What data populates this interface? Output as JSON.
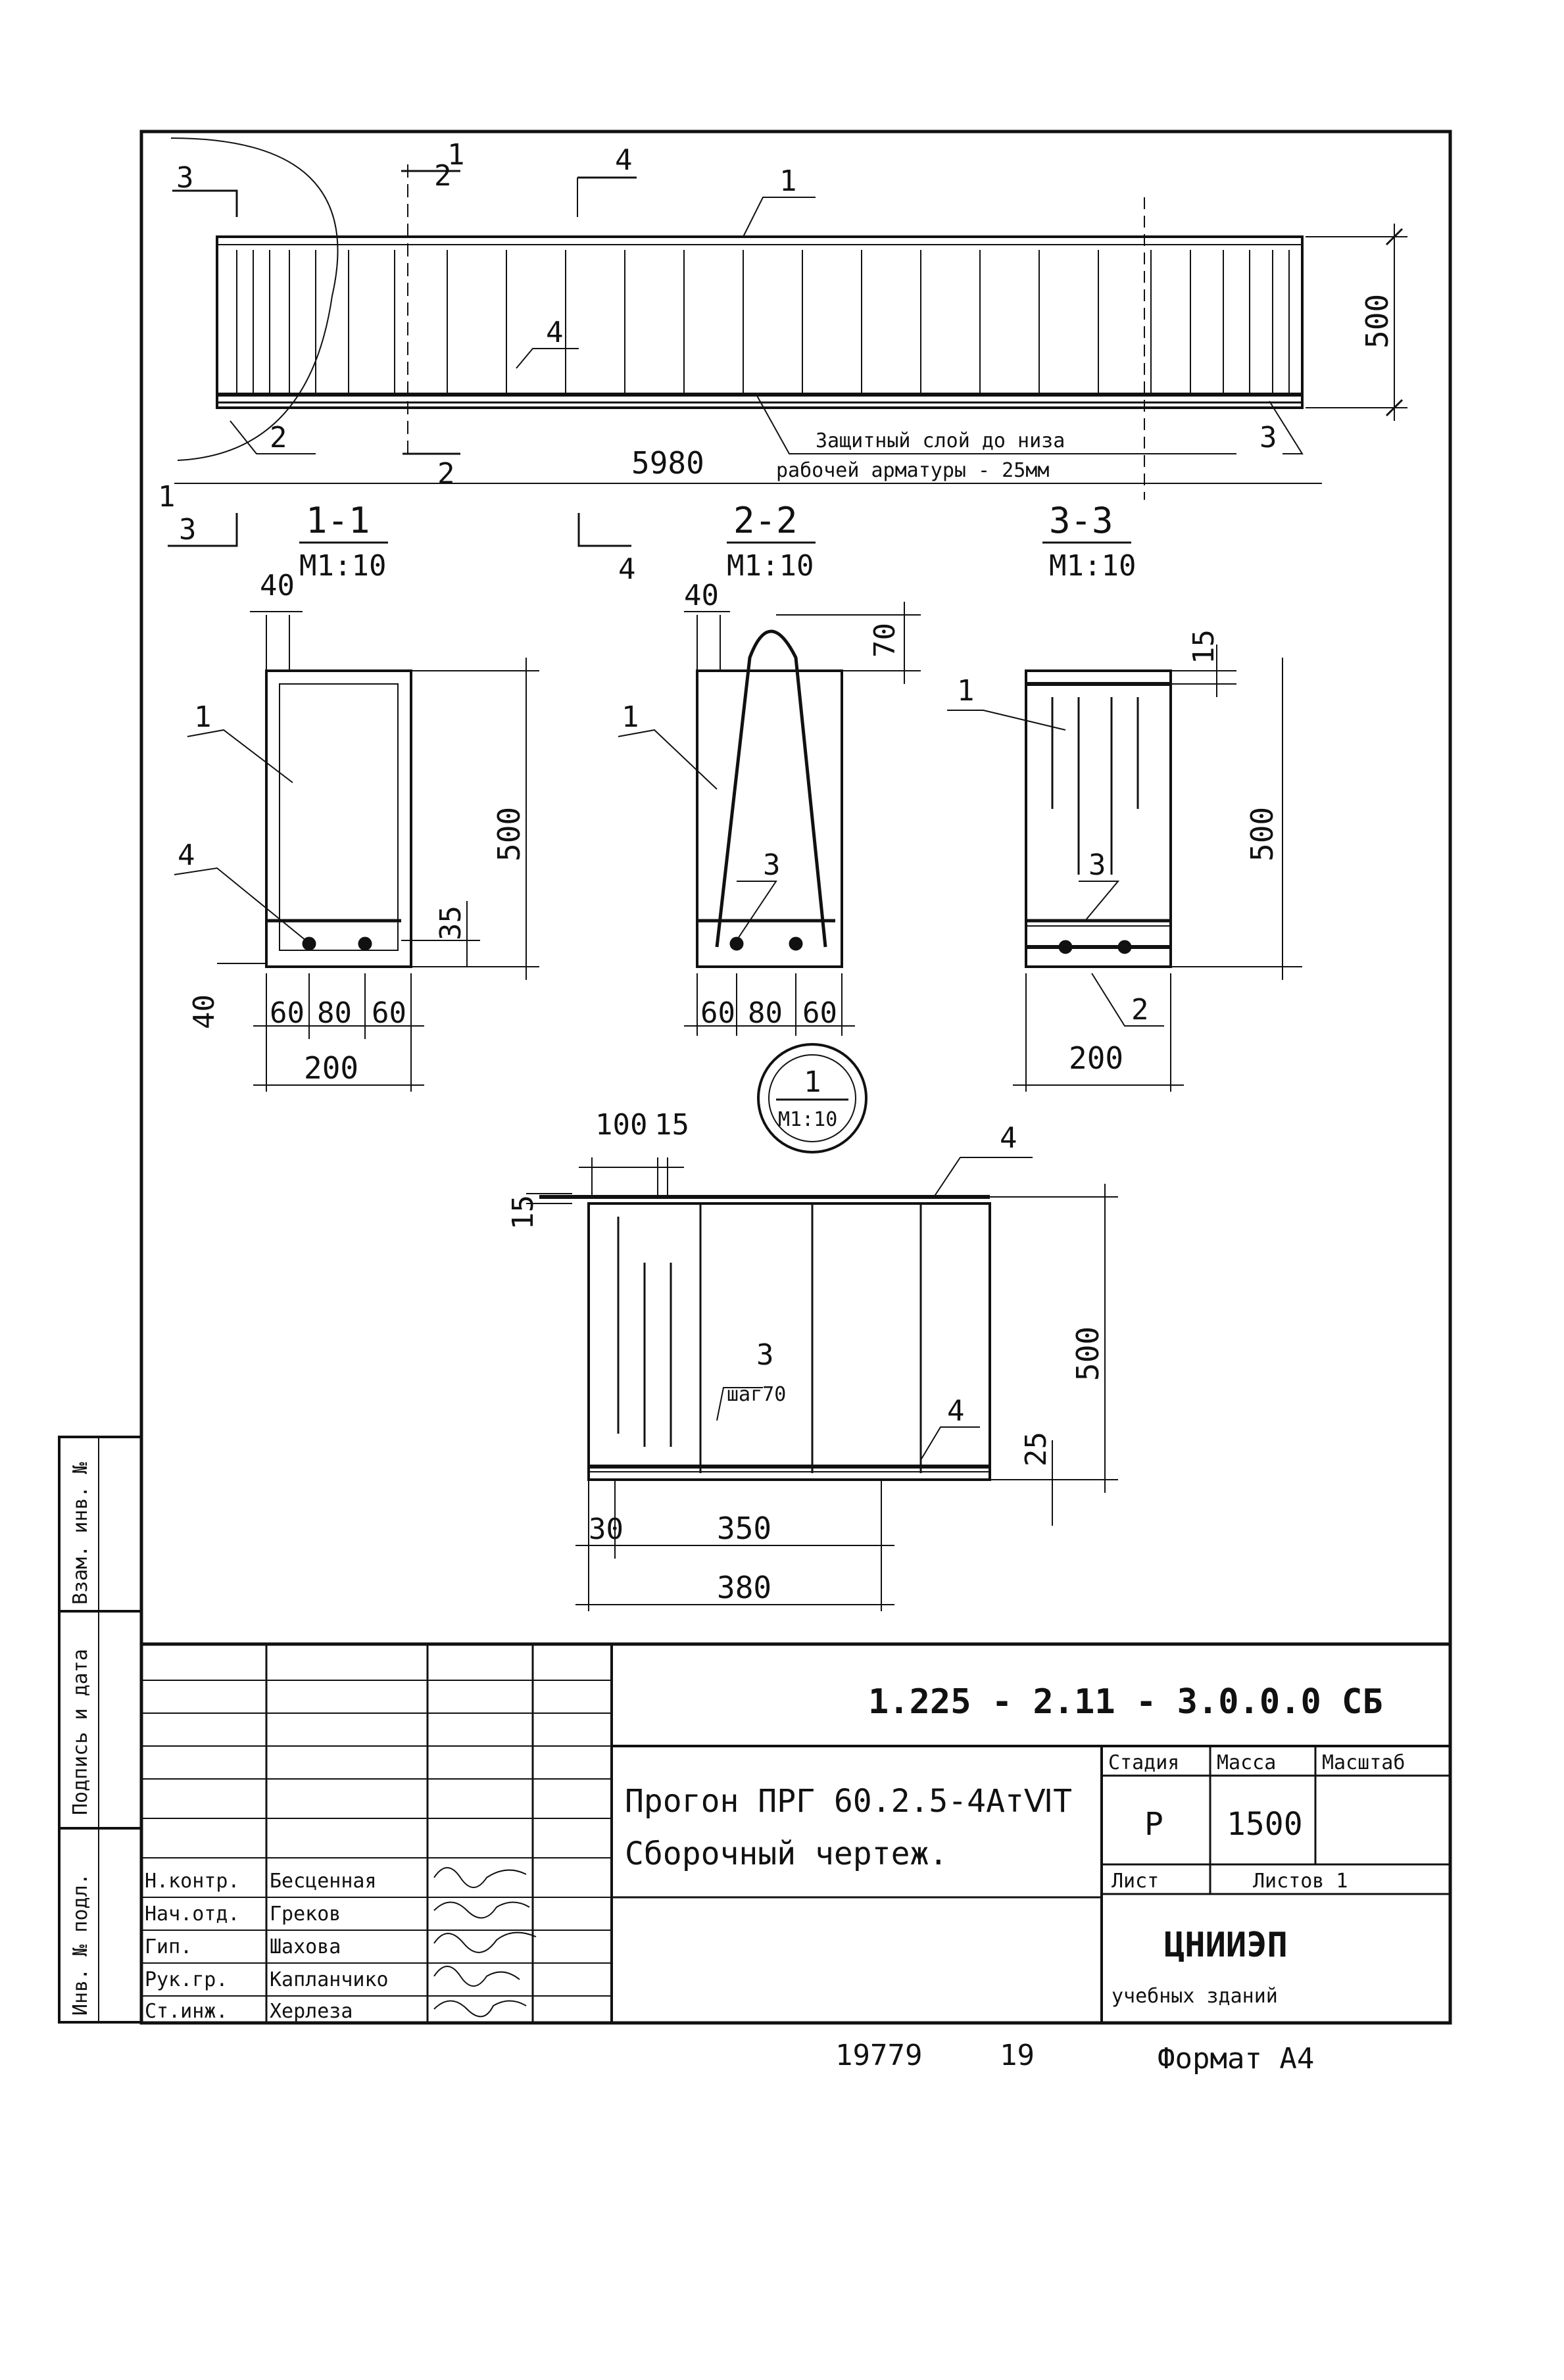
{
  "elevation": {
    "length": "5980",
    "height": "500",
    "note_line1": "Защитный слой до низа",
    "note_line2": "рабочей арматуры - 25мм",
    "cut_marks": [
      "1",
      "1",
      "2",
      "2",
      "3",
      "3",
      "4",
      "4"
    ],
    "callouts": [
      "1",
      "2",
      "3",
      "4"
    ]
  },
  "sections": [
    {
      "title": "1-1",
      "scale": "М1:10",
      "height": "500",
      "dims_bottom": [
        "60",
        "80",
        "60"
      ],
      "width": "200",
      "top_dim": "40",
      "side_dims": [
        "35",
        "40"
      ],
      "callouts": [
        "1",
        "4"
      ]
    },
    {
      "title": "2-2",
      "scale": "М1:10",
      "dims_bottom": [
        "60",
        "80",
        "60"
      ],
      "top_dim": "40",
      "hook_dim": "70",
      "callouts": [
        "1",
        "3"
      ]
    },
    {
      "title": "3-3",
      "scale": "М1:10",
      "height": "500",
      "width": "200",
      "top_dim": "15",
      "callouts": [
        "1",
        "3",
        "2"
      ]
    }
  ],
  "node": {
    "number": "1",
    "scale": "М1:10"
  },
  "detail": {
    "top_dims": [
      "100",
      "15"
    ],
    "left_dim": "15",
    "height": "500",
    "bottom_side": "25",
    "step_label": "3",
    "step_text": "шаг70",
    "callout": "4",
    "dims_bottom": [
      "30",
      "350"
    ],
    "overall": "380"
  },
  "title_block": {
    "code": "1.225 - 2.11 - 3.0.0.0 СБ",
    "name_line1": "Прогон ПРГ 60.2.5-4АтⅥТ",
    "name_line2": "Сборочный чертеж.",
    "stage_header": "Стадия",
    "mass_header": "Масса",
    "scale_header": "Масштаб",
    "stage": "Р",
    "mass": "1500",
    "sheet_label": "Лист",
    "sheets_label": "Листов 1",
    "org_line1": "ЦНИИЭП",
    "org_line2": "учебных зданий",
    "roles": [
      "Н.контр.",
      "Нач.отд.",
      "Гип.",
      "Рук.гр.",
      "Ст.инж."
    ],
    "names": [
      "Бесценная",
      "Греков",
      "Шахова",
      "Капланчико",
      "Херлеза"
    ]
  },
  "side_labels": [
    "Инв. № подл.",
    "Подпись и дата",
    "Взам. инв. №"
  ],
  "footer": {
    "left": "19779",
    "mid": "19",
    "format": "Формат А4"
  }
}
